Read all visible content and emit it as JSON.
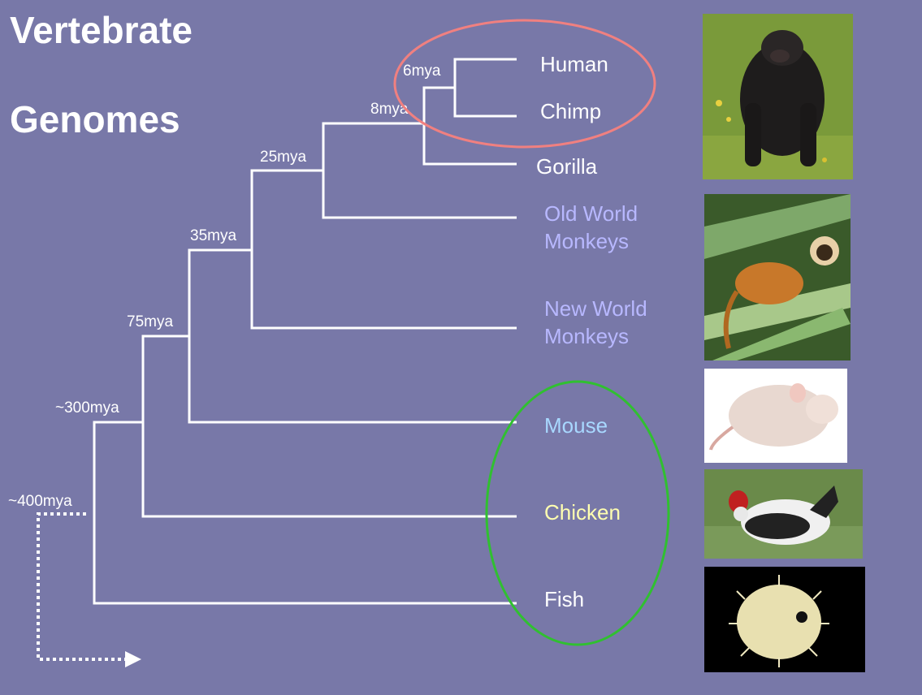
{
  "title": {
    "line1": "Vertebrate",
    "line2": "Genomes"
  },
  "divergence_labels": {
    "human_chimp": "6mya",
    "gorilla": "8mya",
    "old_world": "25mya",
    "new_world": "35mya",
    "mouse": "75mya",
    "chicken": "~300mya",
    "fish": "~400mya"
  },
  "taxa": {
    "human": "Human",
    "chimp": "Chimp",
    "gorilla": "Gorilla",
    "old_world_1": "Old World",
    "old_world_2": "Monkeys",
    "new_world_1": "New World",
    "new_world_2": "Monkeys",
    "mouse": "Mouse",
    "chicken": "Chicken",
    "fish": "Fish"
  },
  "colors": {
    "background": "#7878a8",
    "branch": "#ffffff",
    "primate_label": "#ffffff",
    "monkey_label": "#b8b8ff",
    "mouse_label": "#a8d8ff",
    "chicken_label": "#ffffb0",
    "fish_label": "#ffffff",
    "highlight_primates": "#f08080",
    "highlight_outgroups": "#30c030"
  },
  "photos": [
    "gorilla",
    "squirrel monkey",
    "mouse",
    "rooster",
    "pufferfish"
  ]
}
